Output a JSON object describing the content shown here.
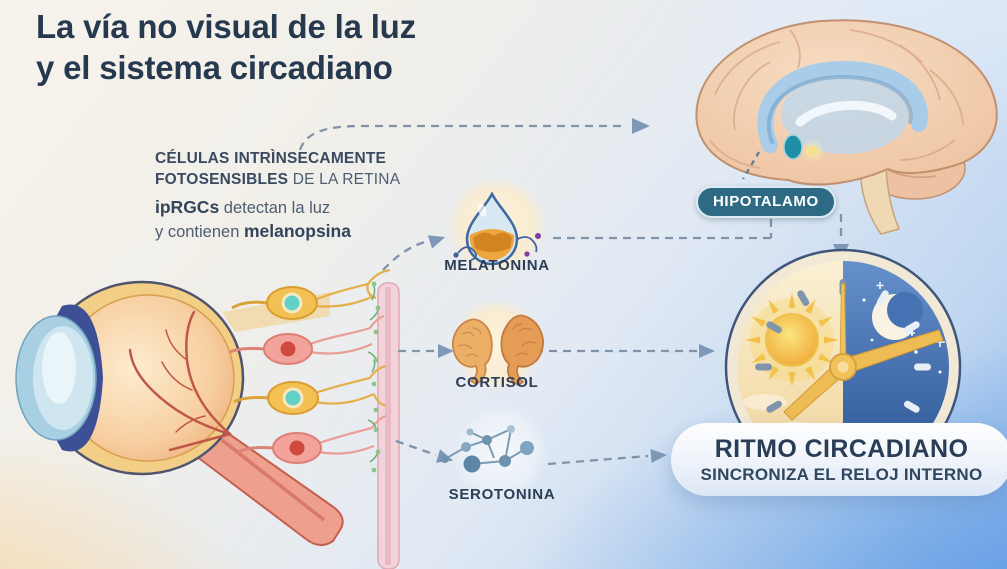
{
  "title": {
    "line1": "La vía no visual de la luz",
    "line2": "y el sistema circadiano"
  },
  "retina_note": {
    "line1_bold": "CÉLULAS INTRÌNSECAMENTE",
    "line2_bold": "FOTOSENSIBLES",
    "line2_rest": " DE LA RETINA",
    "line3_bold": "ipRGCs",
    "line3_rest": " detectan la luz",
    "line4_start": "y contienen ",
    "line4_bold": "melanopsina"
  },
  "brain_label": "HIPOTALAMO",
  "hormones": [
    {
      "label": "MELATONINA",
      "icon": "melatonin-droplet-icon"
    },
    {
      "label": "CORTISOL",
      "icon": "adrenal-glands-icon"
    },
    {
      "label": "SEROTONINA",
      "icon": "serotonin-molecule-icon"
    }
  ],
  "clock_caption": {
    "line1": "RITMO CIRCADIANO",
    "line2": "SINCRONIZA EL RELOJ INTERNO"
  },
  "colors": {
    "title_text": "#27394f",
    "body_text": "#4d5d71",
    "pill_bg": "#2e6a83",
    "arrow": "#8093a8",
    "clock_day": "#f5e0ab",
    "clock_night": "#3d69ab",
    "accent_gold": "#ecb954",
    "bg_blue": "#8fb6ea",
    "bg_cream": "#f6d7a6"
  }
}
